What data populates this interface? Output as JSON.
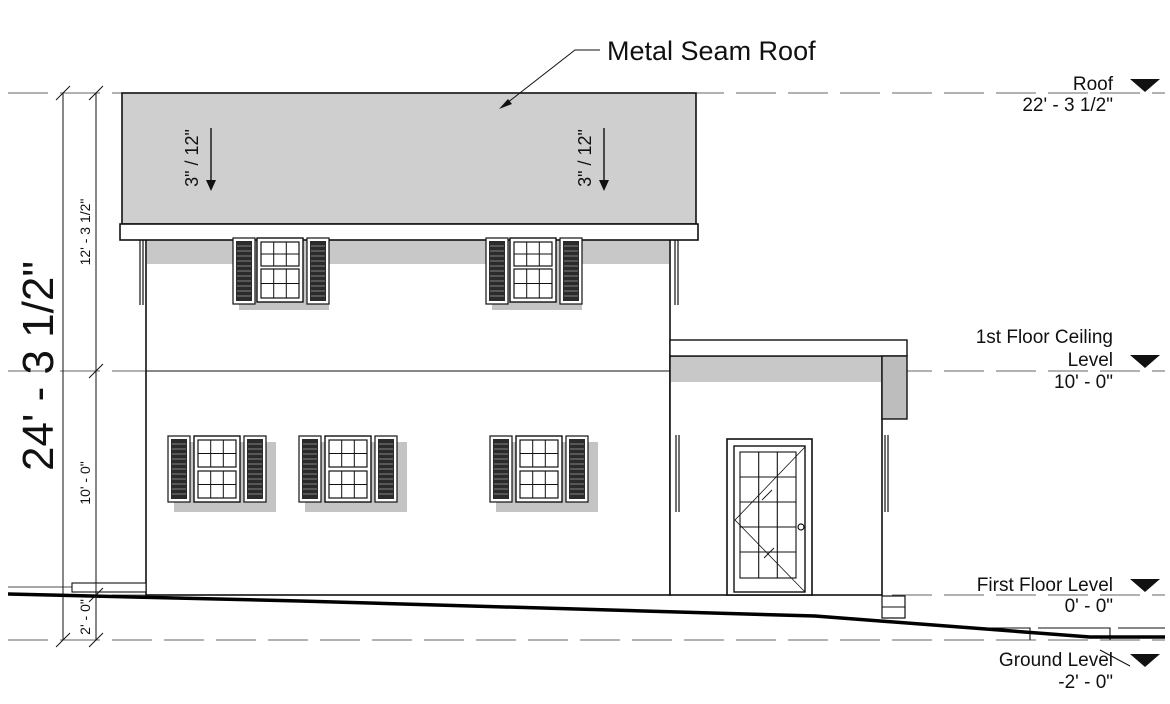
{
  "callouts": {
    "roof_material": "Metal Seam Roof"
  },
  "slopes": [
    "3\" / 12\"",
    "3\" / 12\""
  ],
  "levels": [
    {
      "name": "Roof",
      "elevation": "22' - 3 1/2\""
    },
    {
      "name_line1": "1st Floor Ceiling",
      "name_line2": "Level",
      "elevation": "10' - 0\""
    },
    {
      "name": "First Floor Level",
      "elevation": "0' - 0\""
    },
    {
      "name": "Ground Level",
      "elevation": "-2' - 0\""
    }
  ],
  "dimensions": {
    "overall": "24' - 3 1/2\"",
    "upper": "12' - 3 1/2\"",
    "middle": "10' - 0\"",
    "lower": "2' - 0\""
  },
  "colors": {
    "line": "#111111",
    "roof_fill": "#cfcfcf",
    "shadow": "#c4c4c4",
    "level_line": "#666666"
  }
}
